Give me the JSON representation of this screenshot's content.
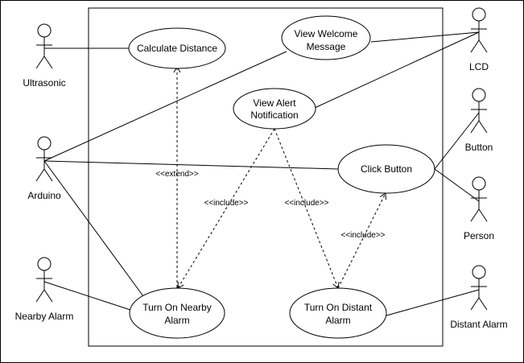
{
  "diagram": {
    "line_color": "#000000",
    "background_color": "#ffffff",
    "use_cases": {
      "calculate_distance": [
        "Calculate Distance"
      ],
      "view_welcome_message": [
        "View Welcome",
        "Message"
      ],
      "view_alert_notification": [
        "View Alert",
        "Notification"
      ],
      "click_button": [
        "Click Button"
      ],
      "turn_on_nearby_alarm": [
        "Turn On Nearby",
        "Alarm"
      ],
      "turn_on_distant_alarm": [
        "Turn On Distant",
        "Alarm"
      ]
    },
    "actors": {
      "ultrasonic": "Ultrasonic",
      "arduino": "Arduino",
      "nearby_alarm": "Nearby Alarm",
      "lcd": "LCD",
      "button": "Button",
      "person": "Person",
      "distant_alarm": "Distant Alarm"
    },
    "relationship_labels": {
      "extend": "<<extend>>",
      "include_alert_nearby": "<<include>>",
      "include_alert_distant": "<<include>>",
      "include_button_distant": "<<include>>"
    }
  }
}
